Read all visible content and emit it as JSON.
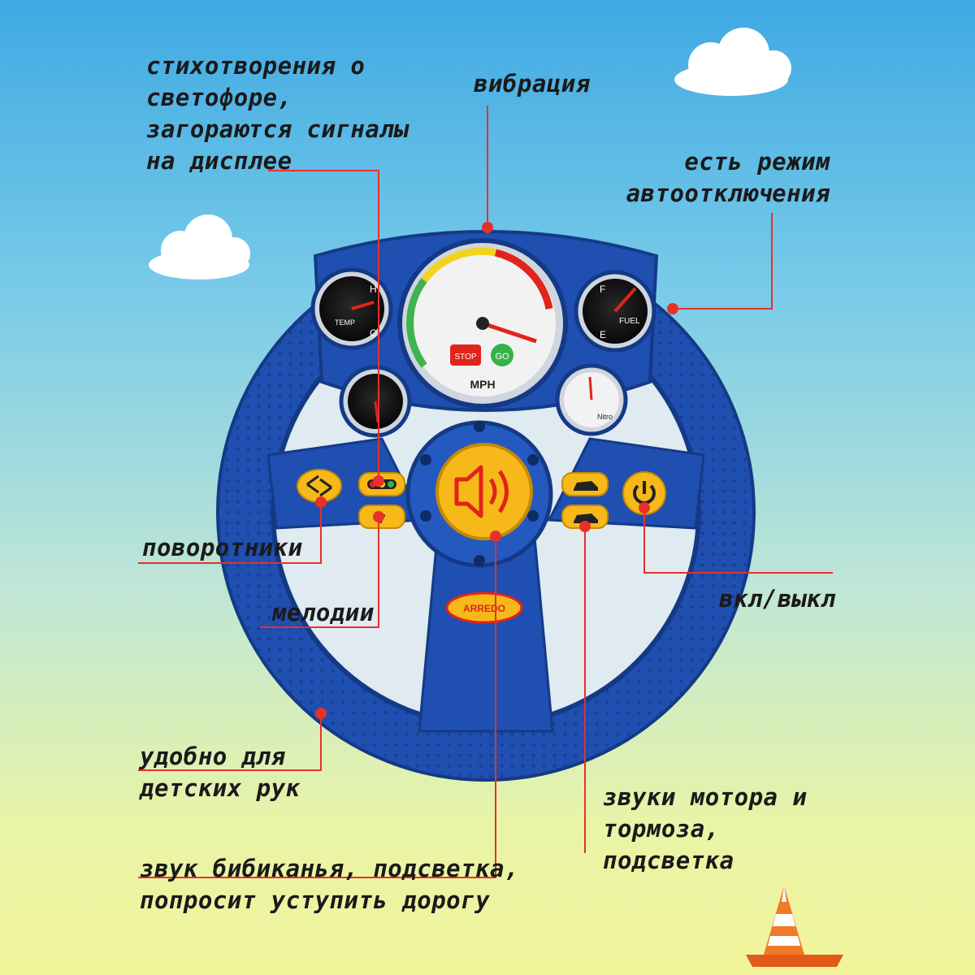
{
  "labels": {
    "poems": "стихотворения о\nсветофоре,\nзагораются сигналы\nна дисплее",
    "vibration": "вибрация",
    "auto_off": "есть режим\nавтоотключения",
    "turn_signals": "поворотники",
    "melodies": "мелодии",
    "power": "вкл/выкл",
    "grip": "удобно для\nдетских рук",
    "engine": "звуки мотора и\nтормоза,\nподсветка",
    "horn": "звук бибиканья, подсветка,\nпопросит уступить дорогу"
  },
  "dash": {
    "temp_h": "H",
    "temp_c": "C",
    "temp_label": "TEMP",
    "speed_unit": "MPH",
    "stop": "STOP",
    "go": "GO",
    "fuel_f": "F",
    "fuel_e": "E",
    "fuel_label": "FUEL",
    "nitro": "Nitro",
    "brand": "ARREDO"
  },
  "colors": {
    "wheel": "#1f4fb0",
    "wheel_dark": "#143a86",
    "button": "#f7b91a",
    "pointer": "#e2231a",
    "leader": "#e8302a"
  }
}
